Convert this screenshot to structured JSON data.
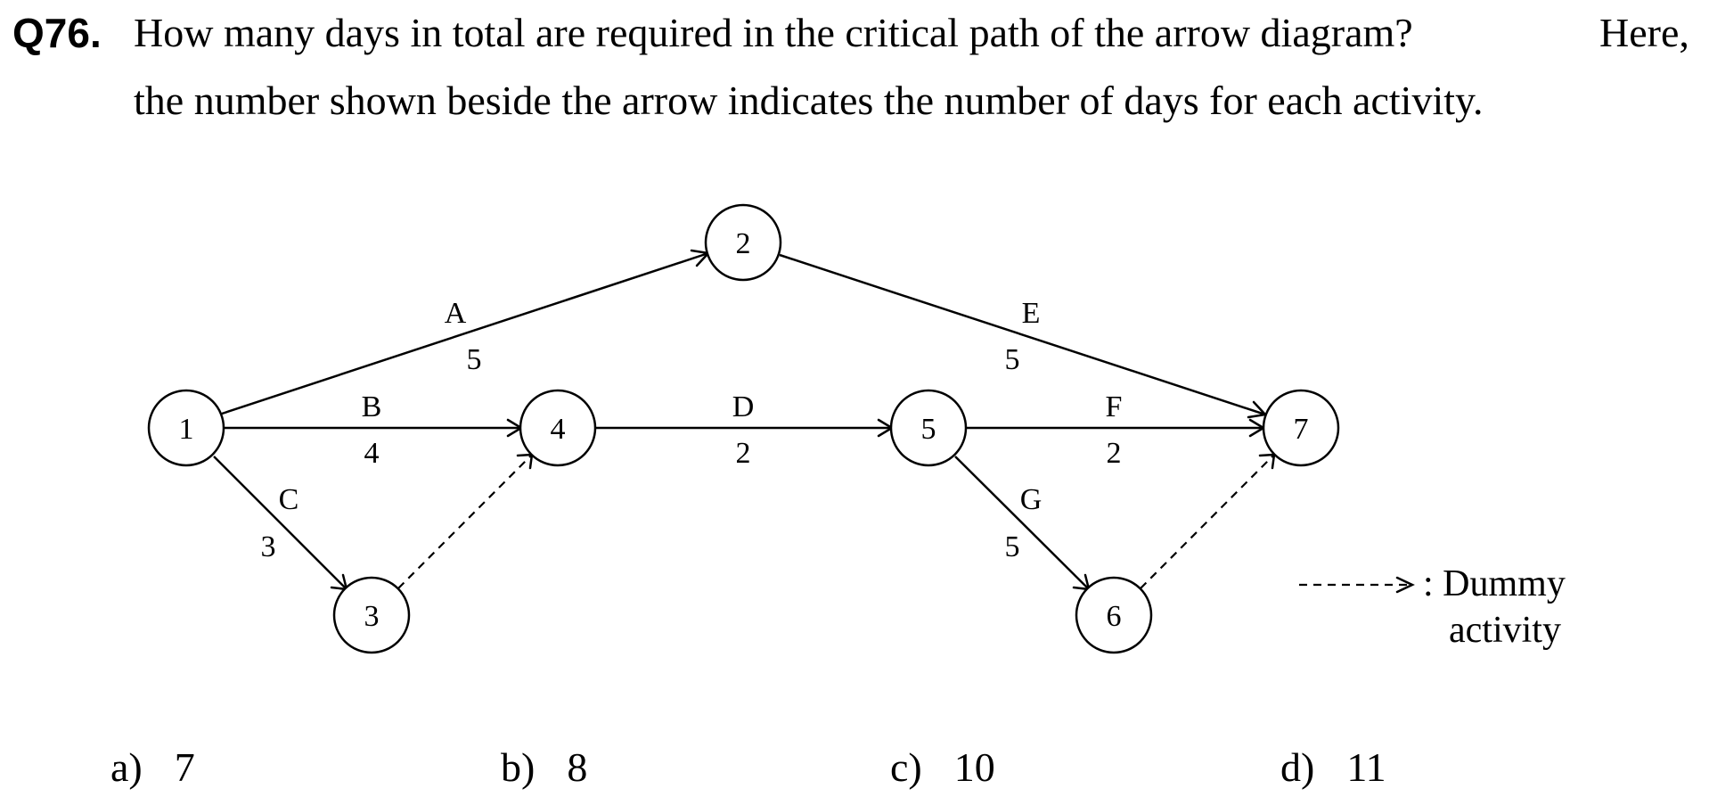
{
  "question": {
    "number": "Q76.",
    "line1": "How many days in total are required in the critical path of the arrow diagram?",
    "line1_end": "Here,",
    "line2": "the number shown beside the arrow indicates the number of days for each activity."
  },
  "diagram": {
    "nodes": [
      "1",
      "2",
      "3",
      "4",
      "5",
      "6",
      "7"
    ],
    "activities": [
      {
        "name": "A",
        "from": "1",
        "to": "2",
        "days": "5"
      },
      {
        "name": "B",
        "from": "1",
        "to": "4",
        "days": "4"
      },
      {
        "name": "C",
        "from": "1",
        "to": "3",
        "days": "3"
      },
      {
        "name": "D",
        "from": "4",
        "to": "5",
        "days": "2"
      },
      {
        "name": "E",
        "from": "2",
        "to": "7",
        "days": "5"
      },
      {
        "name": "F",
        "from": "5",
        "to": "7",
        "days": "2"
      },
      {
        "name": "G",
        "from": "5",
        "to": "6",
        "days": "5"
      }
    ],
    "dummy_activities": [
      {
        "from": "3",
        "to": "4"
      },
      {
        "from": "6",
        "to": "7"
      }
    ],
    "legend": {
      "line1": ": Dummy",
      "line2": "activity"
    }
  },
  "options": [
    {
      "letter": "a)",
      "value": "7"
    },
    {
      "letter": "b)",
      "value": "8"
    },
    {
      "letter": "c)",
      "value": "10"
    },
    {
      "letter": "d)",
      "value": "11"
    }
  ]
}
